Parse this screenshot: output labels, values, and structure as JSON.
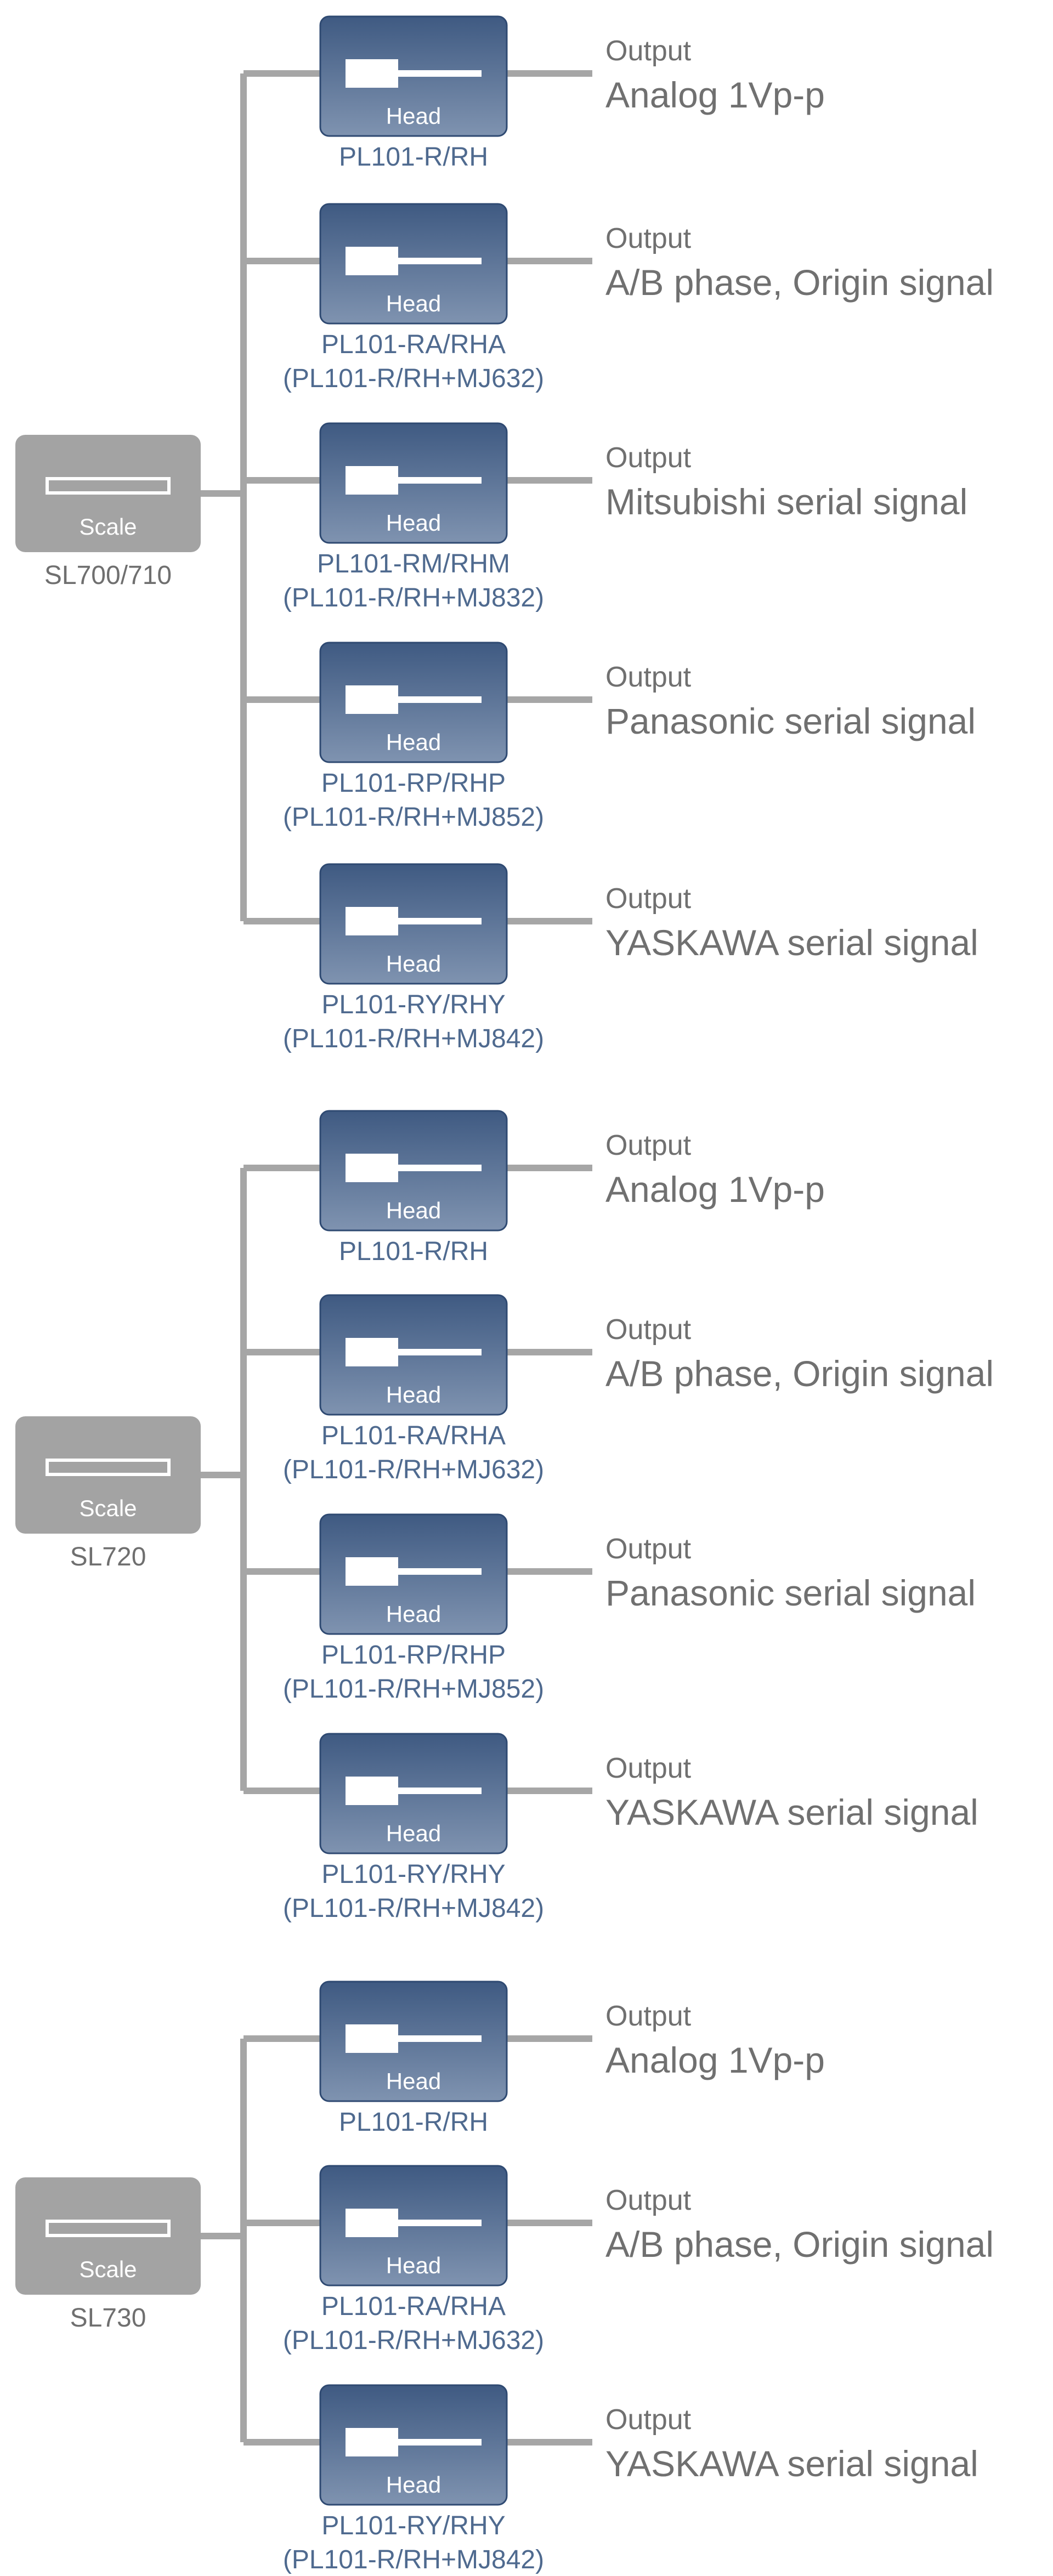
{
  "colors": {
    "line": "#a6a6a6",
    "scale_box": "#a3a3a3",
    "head_box_top": "#3f5a82",
    "head_box_bottom": "#7f93b0",
    "head_label": "#4f6a8f",
    "output_text": "#707070"
  },
  "icons": {
    "scale": "scale-bar-icon",
    "head": "read-head-icon"
  },
  "groups": [
    {
      "scale": {
        "box_label": "Scale",
        "name": "SL700/710"
      },
      "heads": [
        {
          "box_label": "Head",
          "model": "PL101-R/RH",
          "sub": "",
          "output_title": "Output",
          "output_signal": "Analog 1Vp-p"
        },
        {
          "box_label": "Head",
          "model": "PL101-RA/RHA",
          "sub": "(PL101-R/RH+MJ632)",
          "output_title": "Output",
          "output_signal": "A/B phase, Origin signal"
        },
        {
          "box_label": "Head",
          "model": "PL101-RM/RHM",
          "sub": "(PL101-R/RH+MJ832)",
          "output_title": "Output",
          "output_signal": "Mitsubishi serial signal"
        },
        {
          "box_label": "Head",
          "model": "PL101-RP/RHP",
          "sub": "(PL101-R/RH+MJ852)",
          "output_title": "Output",
          "output_signal": "Panasonic serial signal"
        },
        {
          "box_label": "Head",
          "model": "PL101-RY/RHY",
          "sub": "(PL101-R/RH+MJ842)",
          "output_title": "Output",
          "output_signal": "YASKAWA serial signal"
        }
      ]
    },
    {
      "scale": {
        "box_label": "Scale",
        "name": "SL720"
      },
      "heads": [
        {
          "box_label": "Head",
          "model": "PL101-R/RH",
          "sub": "",
          "output_title": "Output",
          "output_signal": "Analog 1Vp-p"
        },
        {
          "box_label": "Head",
          "model": "PL101-RA/RHA",
          "sub": "(PL101-R/RH+MJ632)",
          "output_title": "Output",
          "output_signal": "A/B phase, Origin signal"
        },
        {
          "box_label": "Head",
          "model": "PL101-RP/RHP",
          "sub": "(PL101-R/RH+MJ852)",
          "output_title": "Output",
          "output_signal": "Panasonic serial signal"
        },
        {
          "box_label": "Head",
          "model": "PL101-RY/RHY",
          "sub": "(PL101-R/RH+MJ842)",
          "output_title": "Output",
          "output_signal": "YASKAWA serial signal"
        }
      ]
    },
    {
      "scale": {
        "box_label": "Scale",
        "name": "SL730"
      },
      "heads": [
        {
          "box_label": "Head",
          "model": "PL101-R/RH",
          "sub": "",
          "output_title": "Output",
          "output_signal": "Analog 1Vp-p"
        },
        {
          "box_label": "Head",
          "model": "PL101-RA/RHA",
          "sub": "(PL101-R/RH+MJ632)",
          "output_title": "Output",
          "output_signal": "A/B phase, Origin signal"
        },
        {
          "box_label": "Head",
          "model": "PL101-RY/RHY",
          "sub": "(PL101-R/RH+MJ842)",
          "output_title": "Output",
          "output_signal": "YASKAWA serial signal"
        }
      ]
    }
  ]
}
